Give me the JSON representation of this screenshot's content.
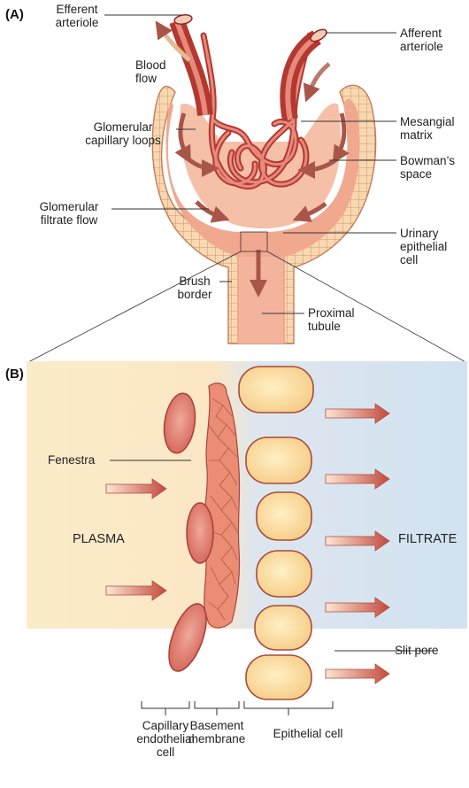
{
  "colors": {
    "vessel": "#c94a40",
    "vessel_light": "#e38a78",
    "capsule_fill": "#f2b59c",
    "capsule_cells": "#f7d3a8",
    "plasma_bg": "#fbecc9",
    "filtrate_bg": "#d4e4f2",
    "endothelial": "#e27a6e",
    "epithelial_fill": "#fbdc9a",
    "epithelial_edge": "#a84a3c",
    "arrow": "#c85545"
  },
  "panel_a": {
    "tag": "(A)",
    "labels": {
      "efferent": "Efferent\narteriole",
      "afferent": "Afferent\narteriole",
      "blood_flow": "Blood\nflow",
      "glomerular_capillary_loops": "Glomerular\ncapillary loops",
      "mesangial_matrix": "Mesangial\nmatrix",
      "bowmans_space": "Bowman’s\nspace",
      "glomerular_filtrate_flow": "Glomerular\nfiltrate flow",
      "urinary_epithelial_cell": "Urinary\nepithelial\ncell",
      "brush_border": "Brush\nborder",
      "proximal_tubule": "Proximal\ntubule"
    }
  },
  "panel_b": {
    "tag": "(B)",
    "labels": {
      "fenestra": "Fenestra",
      "plasma": "PLASMA",
      "filtrate": "FILTRATE",
      "slit_pore": "Slit pore"
    },
    "brackets": {
      "capillary_endothelial_cell": "Capillary\nendothelial\ncell",
      "basement_membrane": "Basement\nmembrane",
      "epithelial_cell": "Epithelial cell"
    }
  }
}
